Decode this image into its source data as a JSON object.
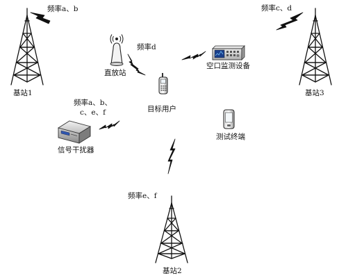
{
  "base_station_1": {
    "label": "基站1",
    "freq_label": "频率a、b"
  },
  "base_station_2": {
    "label": "基站2",
    "freq_label": "频率e、f"
  },
  "base_station_3": {
    "label": "基站3",
    "freq_label": "频率c、d"
  },
  "repeater": {
    "label": "直放站",
    "freq_label": "频率d"
  },
  "monitor": {
    "label": "空口监测设备"
  },
  "target_user": {
    "label": "目标用户"
  },
  "jammer": {
    "label": "信号干扰器",
    "freq_line1": "频率a、b、",
    "freq_line2": "c、e、f"
  },
  "test_terminal": {
    "label": "测试终端"
  }
}
